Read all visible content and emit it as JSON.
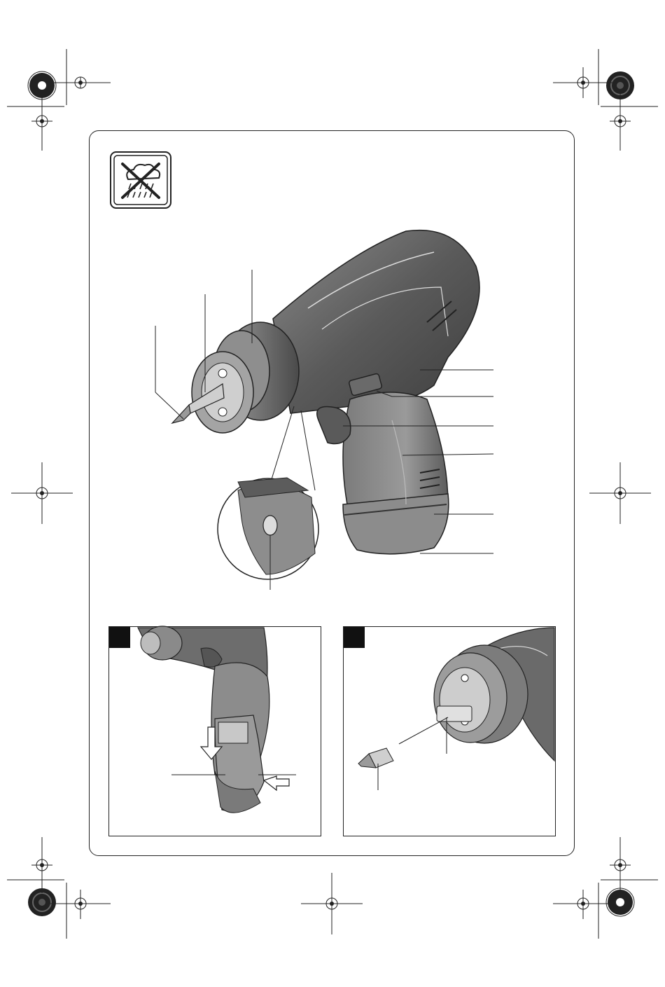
{
  "page": {
    "warning_icon": "no-rain-icon",
    "main_illustration": "cordless-screwdriver-illustration",
    "figure_a": {
      "number_label": "",
      "illustration": "battery-insertion-illustration"
    },
    "figure_b": {
      "number_label": "",
      "illustration": "bit-insertion-illustration"
    }
  },
  "colors": {
    "tool_dark": "#4a4a4a",
    "tool_mid": "#7a7a7a",
    "tool_light": "#a8a8a8",
    "line": "#222222"
  }
}
